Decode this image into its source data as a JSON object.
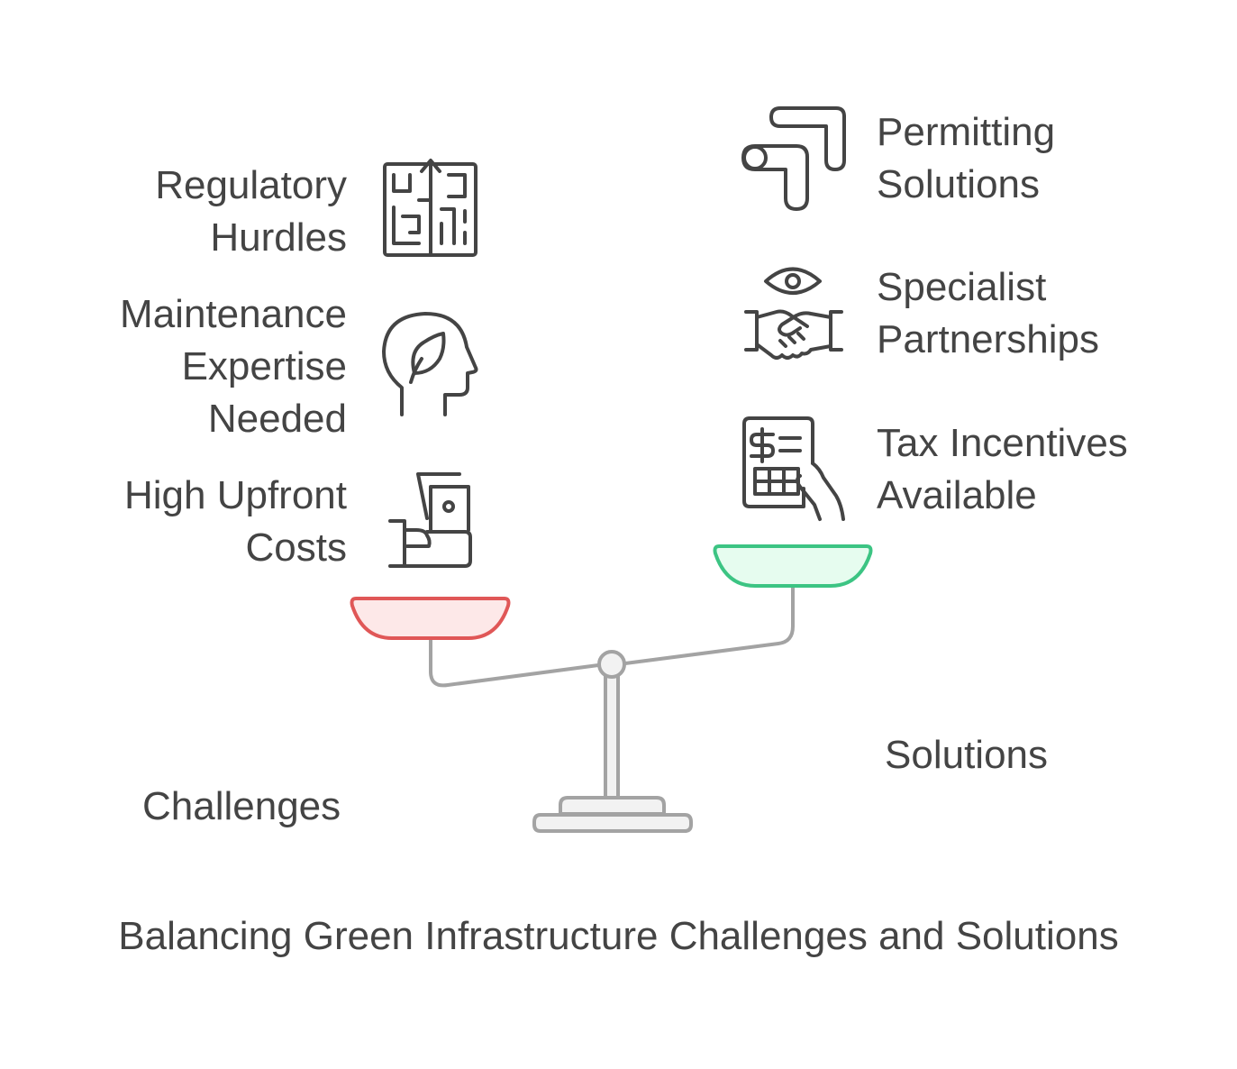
{
  "title": "Balancing Green Infrastructure Challenges and Solutions",
  "challenges": {
    "label": "Challenges",
    "color": "#e05757",
    "fill": "#fde8e8",
    "items": [
      {
        "lines": [
          "Regulatory",
          "Hurdles"
        ],
        "icon": "maze-icon"
      },
      {
        "lines": [
          "Maintenance",
          "Expertise",
          "Needed"
        ],
        "icon": "head-leaf-icon"
      },
      {
        "lines": [
          "High Upfront",
          "Costs"
        ],
        "icon": "hand-money-icon"
      }
    ]
  },
  "solutions": {
    "label": "Solutions",
    "color": "#3cc483",
    "fill": "#e6fcef",
    "items": [
      {
        "lines": [
          "Permitting",
          "Solutions"
        ],
        "icon": "pipe-path-icon"
      },
      {
        "lines": [
          "Specialist",
          "Partnerships"
        ],
        "icon": "handshake-eye-icon"
      },
      {
        "lines": [
          "Tax Incentives",
          "Available"
        ],
        "icon": "tax-calculator-icon"
      }
    ]
  }
}
